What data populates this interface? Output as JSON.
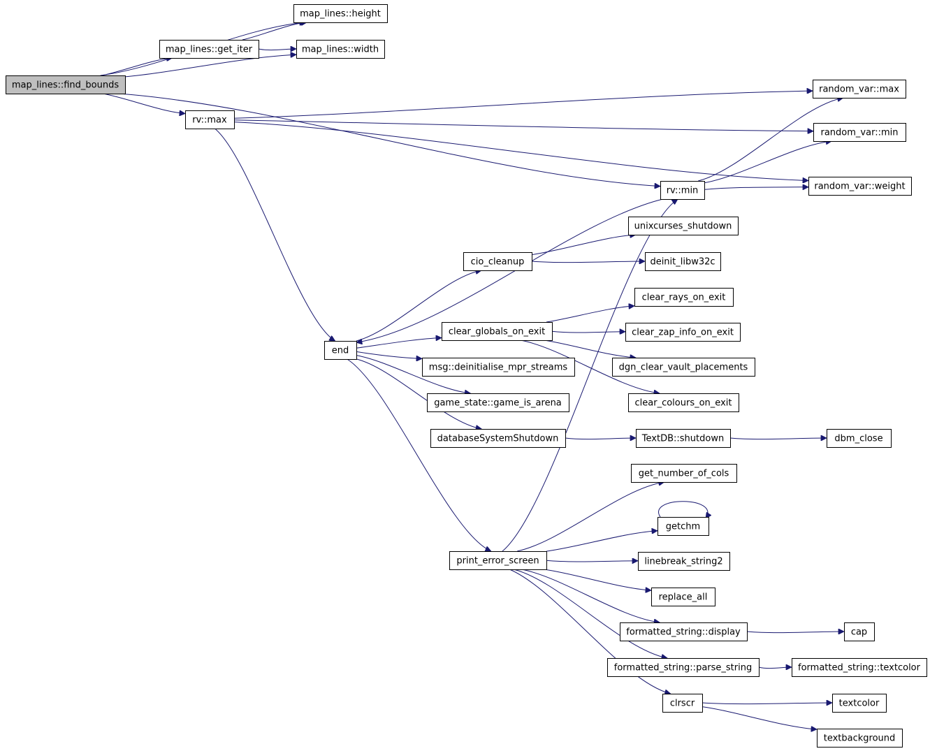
{
  "nodes": [
    {
      "id": "find_bounds",
      "label": "map_lines::find_bounds",
      "root": true
    },
    {
      "id": "height",
      "label": "map_lines::height"
    },
    {
      "id": "get_iter",
      "label": "map_lines::get_iter"
    },
    {
      "id": "width",
      "label": "map_lines::width"
    },
    {
      "id": "rv_max",
      "label": "rv::max"
    },
    {
      "id": "random_var_max",
      "label": "random_var::max"
    },
    {
      "id": "random_var_min",
      "label": "random_var::min"
    },
    {
      "id": "random_var_weight",
      "label": "random_var::weight"
    },
    {
      "id": "rv_min",
      "label": "rv::min"
    },
    {
      "id": "unixcurses_shutdown",
      "label": "unixcurses_shutdown"
    },
    {
      "id": "cio_cleanup",
      "label": "cio_cleanup"
    },
    {
      "id": "deinit_libw32c",
      "label": "deinit_libw32c"
    },
    {
      "id": "clear_rays_on_exit",
      "label": "clear_rays_on_exit"
    },
    {
      "id": "end",
      "label": "end"
    },
    {
      "id": "clear_globals_on_exit",
      "label": "clear_globals_on_exit"
    },
    {
      "id": "clear_zap_info_on_exit",
      "label": "clear_zap_info_on_exit"
    },
    {
      "id": "msg_deinit",
      "label": "msg::deinitialise_mpr_streams"
    },
    {
      "id": "dgn_clear",
      "label": "dgn_clear_vault_placements"
    },
    {
      "id": "game_is_arena",
      "label": "game_state::game_is_arena"
    },
    {
      "id": "clear_colours",
      "label": "clear_colours_on_exit"
    },
    {
      "id": "db_shutdown",
      "label": "databaseSystemShutdown"
    },
    {
      "id": "textdb_shutdown",
      "label": "TextDB::shutdown"
    },
    {
      "id": "dbm_close",
      "label": "dbm_close"
    },
    {
      "id": "get_number_of_cols",
      "label": "get_number_of_cols"
    },
    {
      "id": "getchm",
      "label": "getchm"
    },
    {
      "id": "print_error_screen",
      "label": "print_error_screen"
    },
    {
      "id": "linebreak_string2",
      "label": "linebreak_string2"
    },
    {
      "id": "replace_all",
      "label": "replace_all"
    },
    {
      "id": "fs_display",
      "label": "formatted_string::display"
    },
    {
      "id": "cap",
      "label": "cap"
    },
    {
      "id": "fs_parse",
      "label": "formatted_string::parse_string"
    },
    {
      "id": "fs_textcolor",
      "label": "formatted_string::textcolor"
    },
    {
      "id": "clrscr",
      "label": "clrscr"
    },
    {
      "id": "textcolor",
      "label": "textcolor"
    },
    {
      "id": "textbackground",
      "label": "textbackground"
    }
  ],
  "edges": [
    [
      "find_bounds",
      "height"
    ],
    [
      "find_bounds",
      "get_iter"
    ],
    [
      "find_bounds",
      "width"
    ],
    [
      "find_bounds",
      "rv_max"
    ],
    [
      "find_bounds",
      "rv_min"
    ],
    [
      "get_iter",
      "height"
    ],
    [
      "get_iter",
      "width"
    ],
    [
      "rv_max",
      "random_var_max"
    ],
    [
      "rv_max",
      "random_var_min"
    ],
    [
      "rv_max",
      "random_var_weight"
    ],
    [
      "rv_max",
      "end"
    ],
    [
      "rv_min",
      "random_var_max"
    ],
    [
      "rv_min",
      "random_var_min"
    ],
    [
      "rv_min",
      "random_var_weight"
    ],
    [
      "rv_min",
      "end"
    ],
    [
      "end",
      "cio_cleanup"
    ],
    [
      "end",
      "clear_globals_on_exit"
    ],
    [
      "end",
      "msg_deinit"
    ],
    [
      "end",
      "game_is_arena"
    ],
    [
      "end",
      "db_shutdown"
    ],
    [
      "end",
      "print_error_screen"
    ],
    [
      "cio_cleanup",
      "unixcurses_shutdown"
    ],
    [
      "cio_cleanup",
      "deinit_libw32c"
    ],
    [
      "clear_globals_on_exit",
      "clear_rays_on_exit"
    ],
    [
      "clear_globals_on_exit",
      "clear_zap_info_on_exit"
    ],
    [
      "clear_globals_on_exit",
      "dgn_clear"
    ],
    [
      "clear_globals_on_exit",
      "clear_colours"
    ],
    [
      "db_shutdown",
      "textdb_shutdown"
    ],
    [
      "textdb_shutdown",
      "dbm_close"
    ],
    [
      "print_error_screen",
      "rv_min"
    ],
    [
      "print_error_screen",
      "get_number_of_cols"
    ],
    [
      "print_error_screen",
      "getchm"
    ],
    [
      "print_error_screen",
      "linebreak_string2"
    ],
    [
      "print_error_screen",
      "replace_all"
    ],
    [
      "print_error_screen",
      "fs_display"
    ],
    [
      "print_error_screen",
      "fs_parse"
    ],
    [
      "print_error_screen",
      "clrscr"
    ],
    [
      "getchm",
      "getchm"
    ],
    [
      "fs_display",
      "cap"
    ],
    [
      "fs_parse",
      "fs_textcolor"
    ],
    [
      "clrscr",
      "textcolor"
    ],
    [
      "clrscr",
      "textbackground"
    ]
  ],
  "colors": {
    "edge": "#191970",
    "node_border": "#000000",
    "node_fill": "#ffffff",
    "root_fill": "#bfbfbf"
  }
}
